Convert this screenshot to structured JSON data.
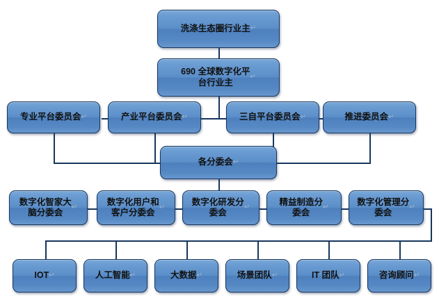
{
  "chart_data": {
    "type": "diagram",
    "diagram_kind": "organization-chart",
    "title": "",
    "orientation": "top-down",
    "levels": 6,
    "node_fill": "#5b8fc7",
    "node_border": "#17365d",
    "connector_color": "#17365d",
    "background": "#ffffff"
  },
  "nodes": {
    "root": {
      "label": "洗涤生态圈行业主"
    },
    "level2": {
      "label": "690 全球数字化平\n台行业主"
    },
    "level3": [
      {
        "label": "专业平台委员会"
      },
      {
        "label": "产业平台委员会"
      },
      {
        "label": "三自平台委员会"
      },
      {
        "label": "推进委员会"
      }
    ],
    "level4": {
      "label": "各分委会"
    },
    "level5": [
      {
        "label": "数字化智家大\n脑分委会"
      },
      {
        "label": "数字化用户和\n客户分委会"
      },
      {
        "label": "数字化研发分\n委会"
      },
      {
        "label": "精益制造分\n委会"
      },
      {
        "label": "数字化管理分\n委会"
      }
    ],
    "level6": [
      {
        "label": "IOT"
      },
      {
        "label": "人工智能"
      },
      {
        "label": "大数据"
      },
      {
        "label": "场景团队"
      },
      {
        "label": "IT 团队"
      },
      {
        "label": "咨询顾问"
      }
    ]
  }
}
